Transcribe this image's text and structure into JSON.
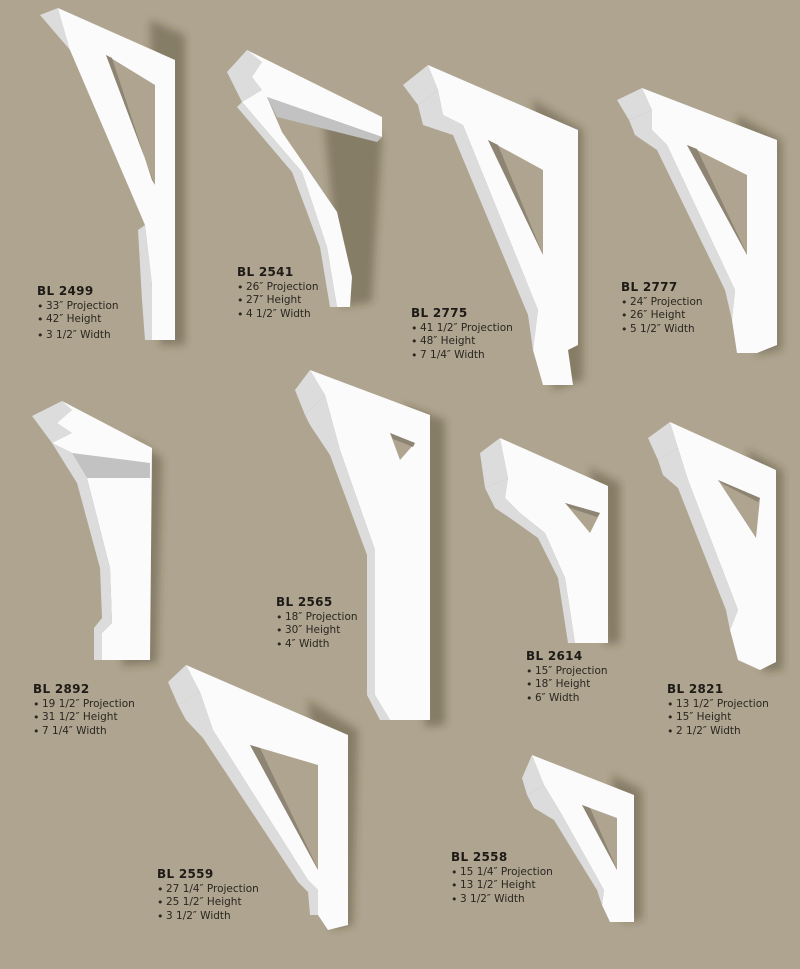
{
  "background_color": "#aea48f",
  "products": [
    {
      "model": "BL 2499",
      "specs": [
        "33″ Projection",
        "42″ Height",
        "3 1/2″ Width"
      ]
    },
    {
      "model": "BL 2541",
      "specs": [
        "26″ Projection",
        "27″ Height",
        "4 1/2″ Width"
      ]
    },
    {
      "model": "BL 2775",
      "specs": [
        "41 1/2″ Projection",
        "48″ Height",
        "7 1/4″ Width"
      ]
    },
    {
      "model": "BL 2777",
      "specs": [
        "24″ Projection",
        "26″ Height",
        "5 1/2″ Width"
      ]
    },
    {
      "model": "BL 2892",
      "specs": [
        "19 1/2″ Projection",
        "31 1/2″ Height",
        "7 1/4″ Width"
      ]
    },
    {
      "model": "BL 2565",
      "specs": [
        "18″ Projection",
        "30″ Height",
        "4″ Width"
      ]
    },
    {
      "model": "BL 2614",
      "specs": [
        "15″ Projection",
        "18″ Height",
        "6″ Width"
      ]
    },
    {
      "model": "BL 2821",
      "specs": [
        "13 1/2″ Projection",
        "15″ Height",
        "2 1/2″ Width"
      ]
    },
    {
      "model": "BL 2559",
      "specs": [
        "27 1/4″ Projection",
        "25 1/2″ Height",
        "3 1/2″ Width"
      ]
    },
    {
      "model": "BL 2558",
      "specs": [
        "15 1/4″ Projection",
        "13 1/2″ Height",
        "3 1/2″ Width"
      ]
    }
  ]
}
